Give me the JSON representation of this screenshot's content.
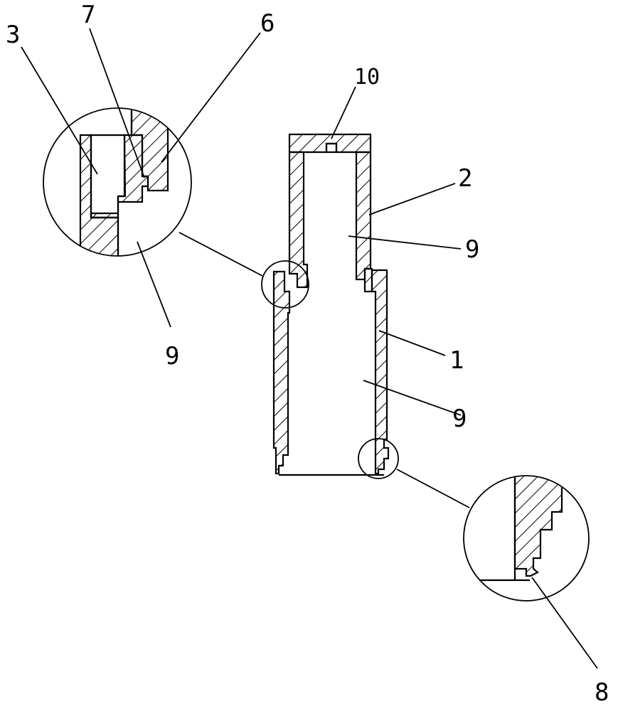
{
  "diagram": {
    "labels": {
      "n1": "1",
      "n2": "2",
      "n3": "3",
      "n6": "6",
      "n7": "7",
      "n8": "8",
      "n9a": "9",
      "n9b": "9",
      "n9c": "9",
      "n10": "10"
    }
  }
}
